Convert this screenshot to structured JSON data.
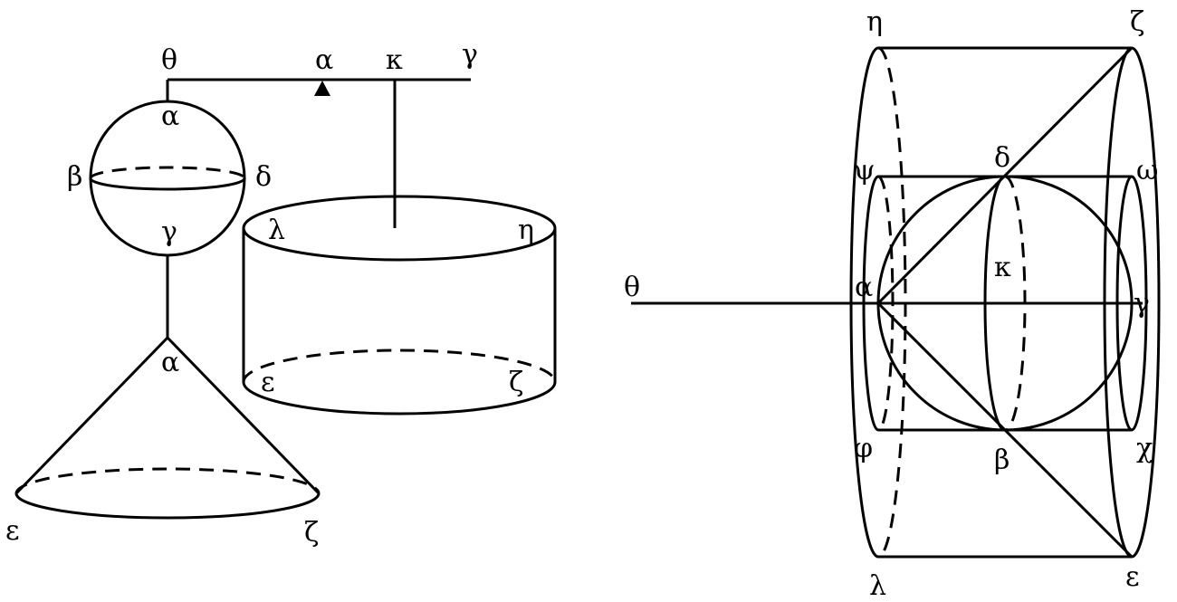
{
  "left_figure": {
    "lever": {
      "theta": "θ",
      "alpha": "α",
      "kappa": "κ",
      "gamma": "γ"
    },
    "sphere": {
      "alpha": "α",
      "beta": "β",
      "delta": "δ",
      "gamma": "γ"
    },
    "cone": {
      "alpha": "α",
      "epsilon": "ε",
      "zeta": "ζ"
    },
    "cylinder": {
      "lambda": "λ",
      "eta": "η",
      "epsilon": "ε",
      "zeta": "ζ"
    }
  },
  "right_figure": {
    "eta": "η",
    "zeta": "ζ",
    "psi": "ψ",
    "delta": "δ",
    "omega": "ω",
    "theta": "θ",
    "alpha": "α",
    "kappa": "κ",
    "gamma": "γ",
    "phi": "φ",
    "beta": "β",
    "chi": "χ",
    "lambda": "λ",
    "epsilon": "ε"
  }
}
